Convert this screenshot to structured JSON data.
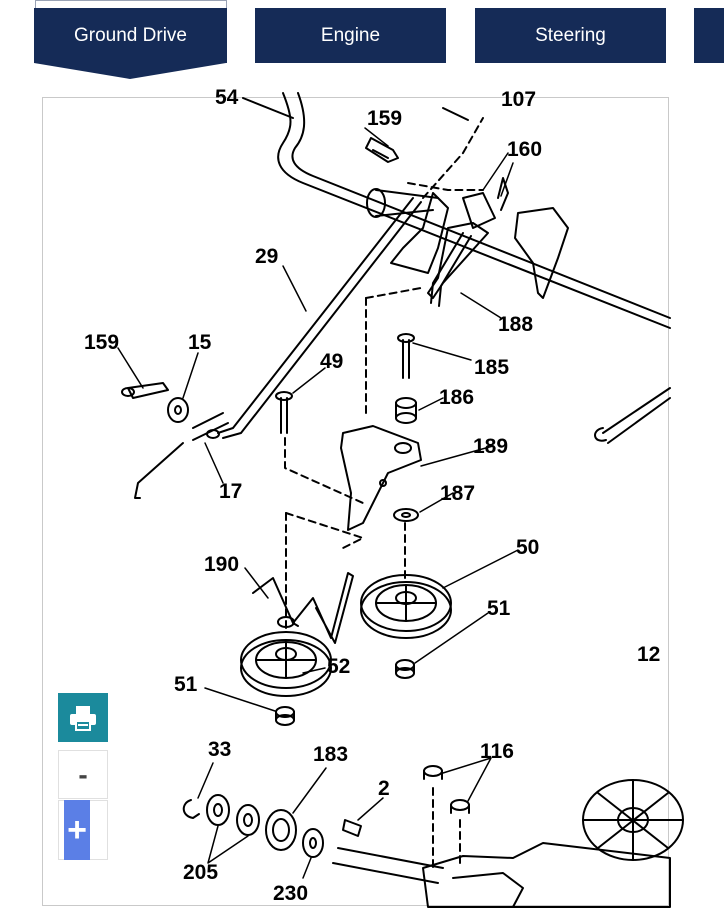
{
  "tabs": [
    {
      "label": "Ground Drive",
      "active": true
    },
    {
      "label": "Engine",
      "active": false
    },
    {
      "label": "Steering",
      "active": false
    }
  ],
  "diagram": {
    "callouts": {
      "c159a": "159",
      "c107": "107",
      "c160": "160",
      "c29": "29",
      "c188": "188",
      "c159b": "159",
      "c15": "15",
      "c49": "49",
      "c185": "185",
      "c186": "186",
      "c189": "189",
      "c17": "17",
      "c187": "187",
      "c190": "190",
      "c50": "50",
      "c51a": "51",
      "c12": "12",
      "c52": "52",
      "c51b": "51",
      "c33": "33",
      "c183": "183",
      "c116": "116",
      "c2": "2",
      "c205": "205",
      "c230": "230",
      "c54": "54"
    }
  },
  "controls": {
    "print_icon": "printer-icon",
    "zoom_out_label": "-",
    "zoom_in_label": "+"
  },
  "colors": {
    "tab_bg": "#152b57",
    "print_bg": "#1b8a9c",
    "zoom_in_bg": "#5b7fe6"
  }
}
